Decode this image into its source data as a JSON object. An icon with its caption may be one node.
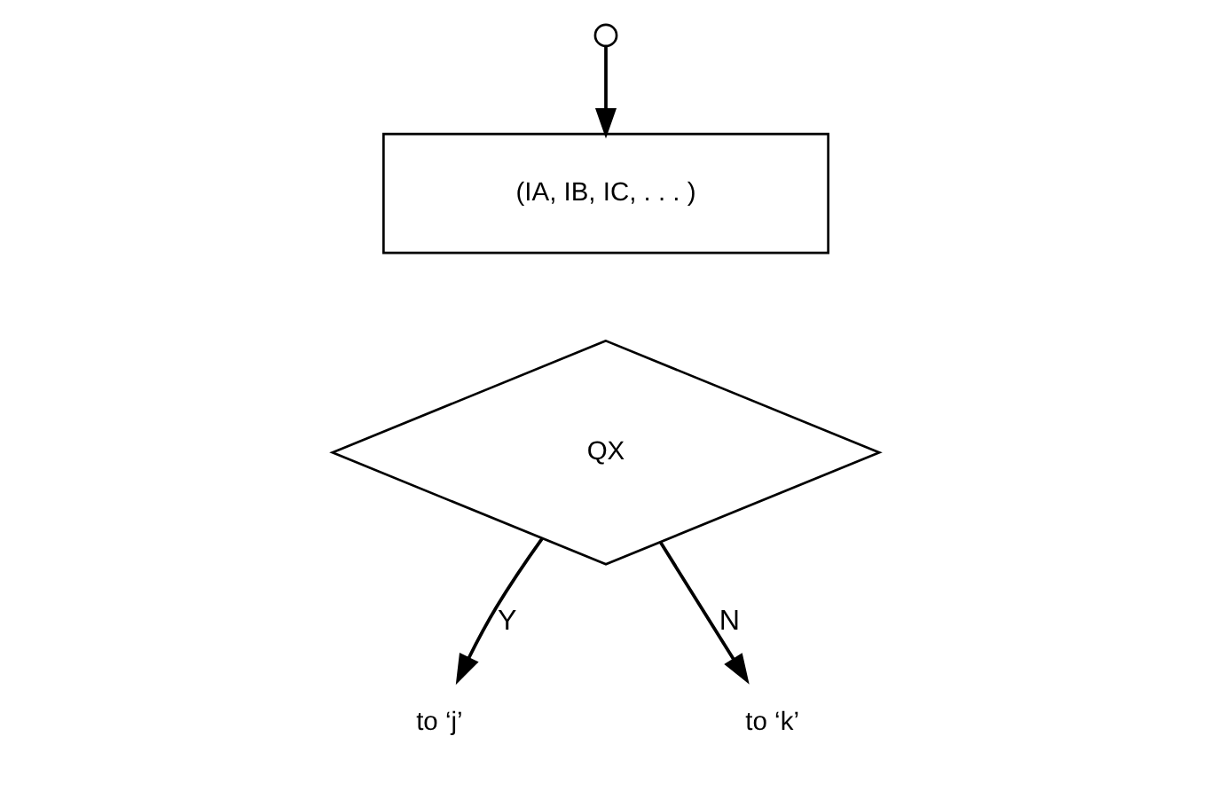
{
  "diagram": {
    "nodes": [
      {
        "text": [],
        "shape": "circle"
      },
      {
        "text": [
          "(IA, IB, IC, . . . )"
        ]
      },
      {
        "text": [
          "QX"
        ]
      },
      {
        "text": [
          "to ‘j’"
        ]
      },
      {
        "text": [
          "to ‘k’"
        ]
      }
    ],
    "edges": [
      {
        "from": 0,
        "to": 1,
        "arrow": "to"
      },
      {
        "from": 2,
        "to": 3,
        "arrow": "to",
        "label": "Y"
      },
      {
        "from": 2,
        "to": 4,
        "arrow": "to",
        "label": "N"
      }
    ]
  }
}
